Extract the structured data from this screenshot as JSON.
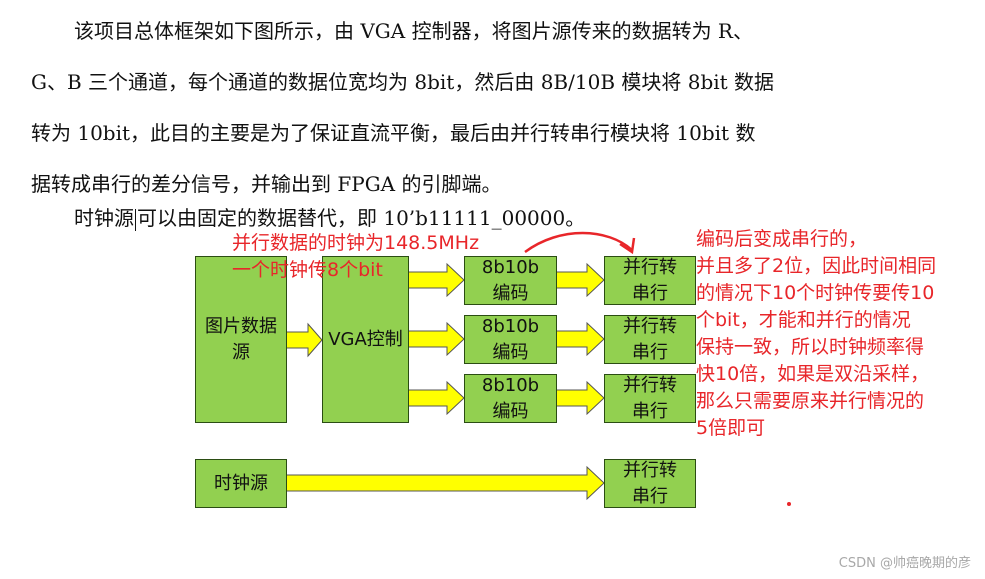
{
  "paragraphs": {
    "p1_lines": [
      "该项目总体框架如下图所示，由 VGA 控制器，将图片源传来的数据转为 R、",
      "G、B 三个通道，每个通道的数据位宽均为 8bit，然后由 8B/10B 模块将 8bit 数据",
      "转为 10bit，此目的主要是为了保证直流平衡，最后由并行转串行模块将 10bit 数",
      "据转成串行的差分信号，并输出到 FPGA 的引脚端。"
    ],
    "p2_before_cursor": "时钟源",
    "p2_after_cursor": "可以由固定的数据替代，即 10’b11111_00000。"
  },
  "diagram": {
    "image_source": "图片数据源",
    "vga_controller": "VGA控制",
    "encoder_line1": "8b10b",
    "encoder_line2": "编码",
    "serializer_line1": "并行转",
    "serializer_line2": "串行",
    "clock_source": "时钟源"
  },
  "annotations": {
    "top_lines": [
      "并行数据的时钟为148.5MHz",
      "一个时钟传8个bit"
    ],
    "right_lines": [
      "编码后变成串行的，",
      "并且多了2位，因此时间相同",
      "的情况下10个时钟传要传10",
      "个bit，才能和并行的情况",
      "保持一致，所以时钟频率得",
      "快10倍，如果是双沿采样，",
      "那么只需要原来并行情况的",
      "5倍即可"
    ]
  },
  "watermark": "CSDN @帅癌晚期的彦",
  "colors": {
    "box_fill": "#92d050",
    "arrow_fill": "#ffff00",
    "annotation": "#e8262a"
  }
}
